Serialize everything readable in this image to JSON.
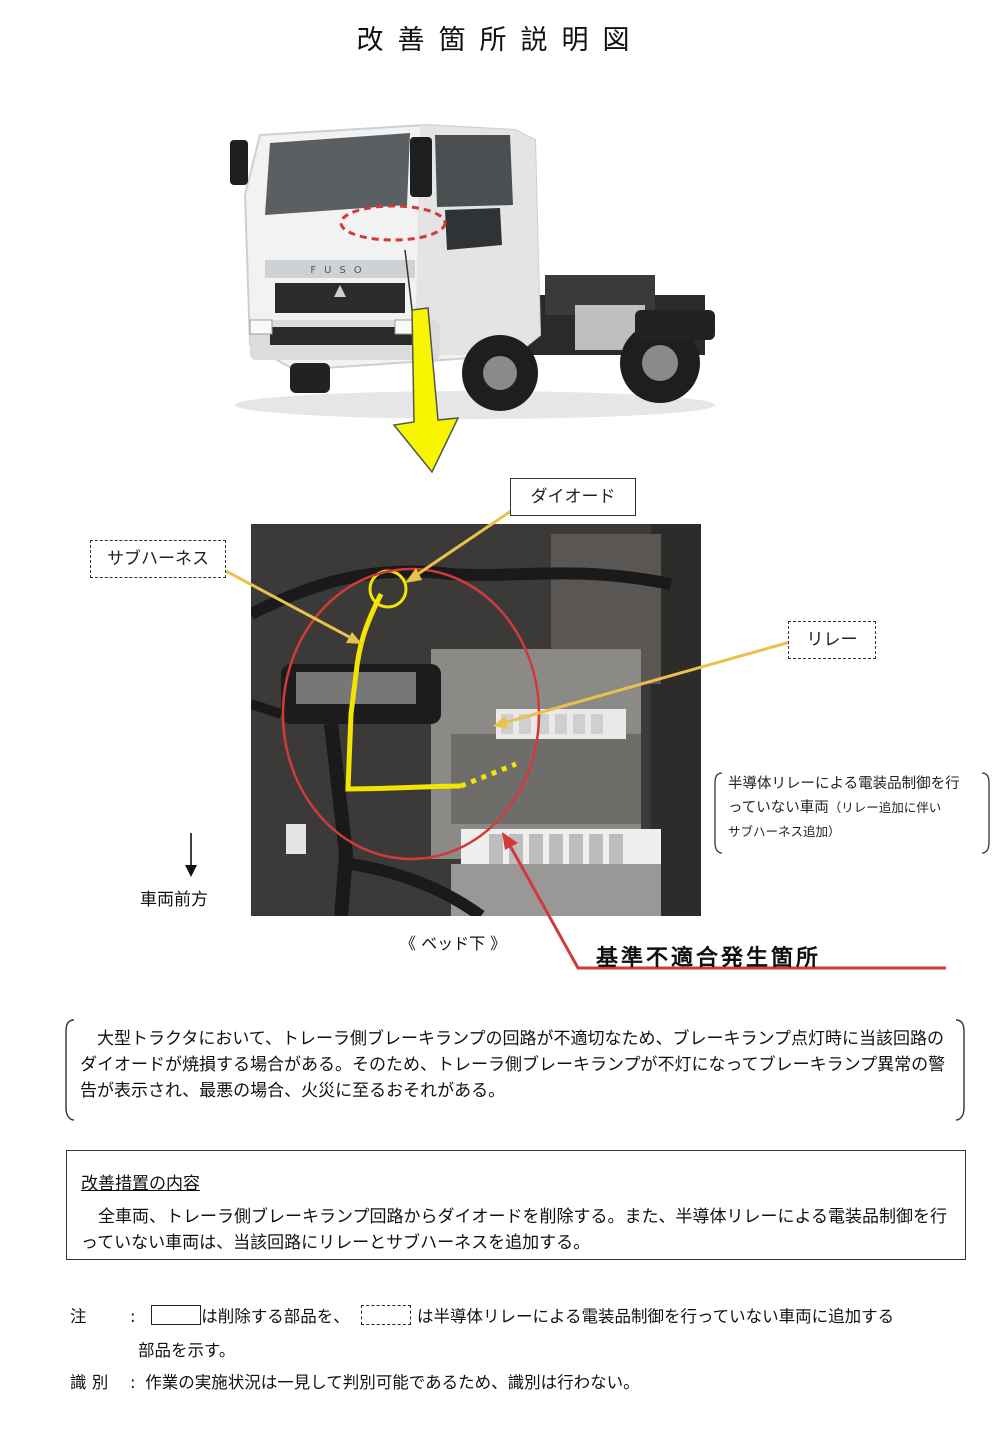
{
  "title": "改善箇所説明図",
  "labels": {
    "diode": "ダイオード",
    "sub_harness": "サブハーネス",
    "relay": "リレー",
    "vehicle_front": "車両前方",
    "under_bed": "《 ベッド下 》",
    "nonconformity": "基準不適合発生箇所"
  },
  "truck_brand": "FUSO",
  "right_note": {
    "line1": "半導体リレーによる電装品制御を行",
    "line2_main": "っていない車両",
    "line2_small": "（リレー追加に伴い",
    "line3_small": "サブハーネス追加）"
  },
  "description": "大型トラクタにおいて、トレーラ側ブレーキランプの回路が不適切なため、ブレーキランプ点灯時に当該回路のダイオードが焼損する場合がある。そのため、トレーラ側ブレーキランプが不灯になってブレーキランプ異常の警告が表示され、最悪の場合、火災に至るおそれがある。",
  "measures": {
    "heading": "改善措置の内容",
    "body": "全車両、トレーラ側ブレーキランプ回路からダイオードを削除する。また、半導体リレーによる電装品制御を行っていない車両は、当該回路にリレーとサブハーネスを追加する。"
  },
  "notes": {
    "note_key": "注",
    "note_text_1": "は削除する部品を、",
    "note_text_2": "は半導体リレーによる電装品制御を行っていない車両に追加する",
    "note_text_3": "部品を示す。",
    "ident_key": "識 別",
    "ident_text": "作業の実施状況は一見して判別可能であるため、識別は行わない。"
  },
  "colors": {
    "highlight_yellow": "#f5e400",
    "circle_red": "#d23a3a",
    "leader_gold": "#e8c24a",
    "arrow_fill": "#f7f500"
  }
}
